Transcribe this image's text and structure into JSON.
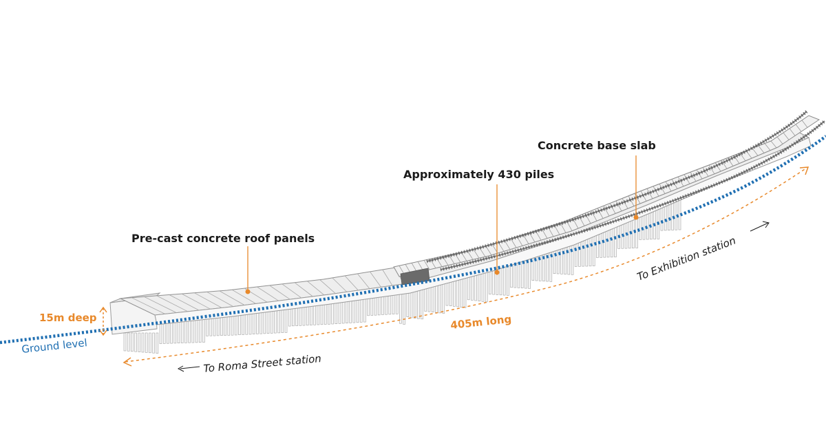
{
  "labels": {
    "roof_panels": "Pre-cast concrete roof panels",
    "piles": "Approximately 430 piles",
    "base_slab": "Concrete base slab",
    "depth": "15m deep",
    "length": "405m long",
    "ground_level": "Ground level",
    "to_roma_street": "To Roma Street station",
    "to_exhibition": "To Exhibition station"
  },
  "colors": {
    "accent_orange": "#e8892b",
    "ground_blue": "#1f6fb2",
    "structure_line": "#9a9a9a",
    "text": "#1a1a1a"
  }
}
